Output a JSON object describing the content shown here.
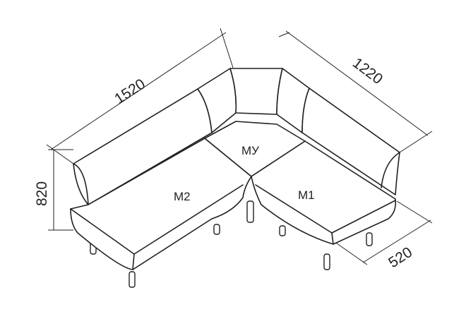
{
  "title": "Corner sofa dimensions",
  "dimensions": {
    "length_left": "1520",
    "length_right": "1220",
    "height": "820",
    "seat_depth": "520"
  },
  "modules": {
    "left": "M2",
    "corner": "MУ",
    "right": "M1"
  },
  "colors": {
    "line": "#231f20",
    "background": "#ffffff"
  }
}
